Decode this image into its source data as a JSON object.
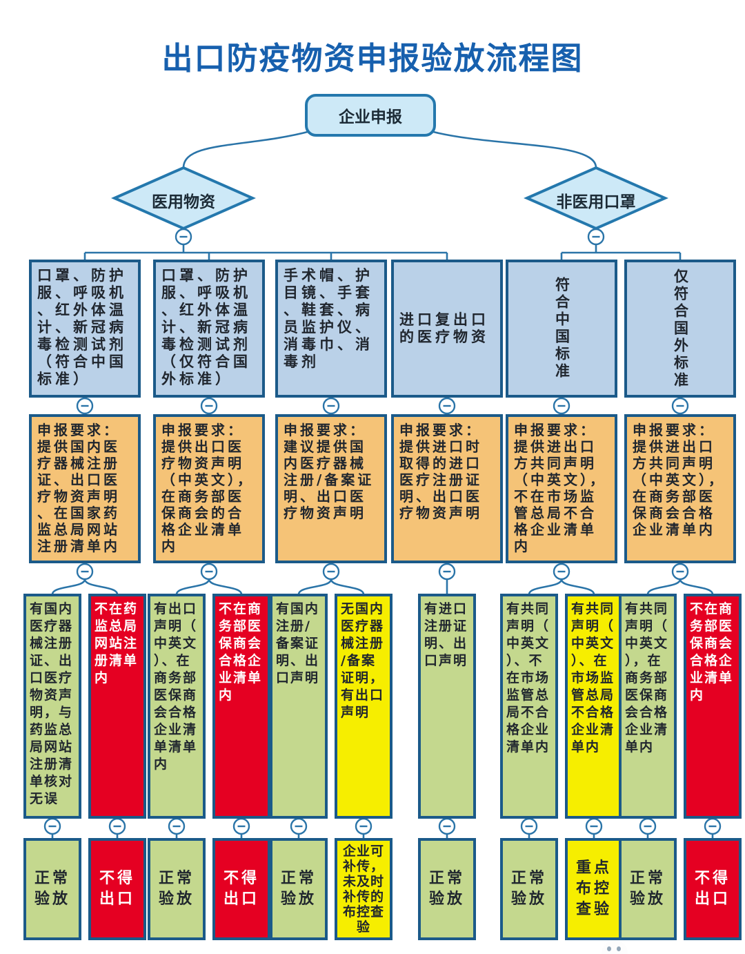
{
  "palette": {
    "title": "#1760ae",
    "line": "#2a74a8",
    "border": "#1b5a89",
    "node_fill": "#cde9f7",
    "node_border": "#2478ad",
    "blue": "#bad1e8",
    "orange": "#f5c377",
    "green": "#c4d88e",
    "red": "#e50022",
    "yellow": "#f6ee00"
  },
  "title": "出口防疫物资申报验放流程图",
  "root_label": "企业申报",
  "branches": {
    "left": "医用物资",
    "right": "非医用口罩"
  },
  "columns": [
    {
      "category": "口罩、防护服、呼吸机、红外体温计、新冠病毒检测试剂（符合中国标准）",
      "requirement": "申报要求：提供国内医疗器械注册证、出口医疗物资声明、在国家药监总局网站注册清单内",
      "cases": [
        {
          "condition": "有国内医疗器械注册证、出口医疗物资声明，与药监总局网站注册清单核对无误",
          "color": "green",
          "result": "正常验放",
          "result_color": "green"
        },
        {
          "condition": "不在药监总局网站注册清单内",
          "color": "red",
          "result": "不得出口",
          "result_color": "red"
        }
      ]
    },
    {
      "category": "口罩、防护服、呼吸机、红外体温计、新冠病毒检测试剂（仅符合国外标准）",
      "requirement": "申报要求：提供出口医疗物资声明（中英文），在商务部医保商会的合格企业清单内",
      "cases": [
        {
          "condition": "有出口声明（中英文）、在商务部医保商会合格企业清单清单内",
          "color": "green",
          "result": "正常验放",
          "result_color": "green"
        },
        {
          "condition": "不在商务部医保商会合格企业清单内",
          "color": "red",
          "result": "不得出口",
          "result_color": "red"
        }
      ]
    },
    {
      "category": "手术帽、护目镜、手套、鞋套、病员监护仪、消毒巾、消毒剂",
      "requirement": "申报要求：建议提供国内医疗器械注册/备案证明、出口医疗物资声明",
      "cases": [
        {
          "condition": "有国内注册/备案证明、出口声明",
          "color": "green",
          "result": "正常验放",
          "result_color": "green"
        },
        {
          "condition": "无国内医疗器械注册/备案证明，有出口声明",
          "color": "yellow",
          "result": "企业可补传，未及时补传的布控查验",
          "result_color": "yellow"
        }
      ]
    },
    {
      "category": "进口复出口的医疗物资",
      "requirement": "申报要求：提供进口时取得的进口医疗注册证明、出口医疗物资声明",
      "cases": [
        {
          "condition": "有进口注册证明、出口声明",
          "color": "green",
          "result": "正常验放",
          "result_color": "green"
        }
      ]
    },
    {
      "category": "符合中国标准",
      "requirement": "申报要求：提供进出口方共同声明（中英文），不在市场监管总局不合格企业清单内",
      "cases": [
        {
          "condition": "有共同声明（中英文）、不在市场监管总局不合格企业清单内",
          "color": "green",
          "result": "正常验放",
          "result_color": "green"
        },
        {
          "condition": "有共同声明（中英文）、在市场监管总局不合格企业清单内",
          "color": "yellow",
          "result": "重点布控查验",
          "result_color": "yellow"
        }
      ]
    },
    {
      "category": "仅符合国外标准",
      "requirement": "申报要求：提供进出口方共同声明（中英文），在商务部医保商会合格企业清单内",
      "cases": [
        {
          "condition": "有共同声明（中英文），在商务部医保商会合格企业清单内",
          "color": "green",
          "result": "正常验放",
          "result_color": "green"
        },
        {
          "condition": "不在商务部医保商会合格企业清单内",
          "color": "red",
          "result": "不得出口",
          "result_color": "red"
        }
      ]
    }
  ]
}
